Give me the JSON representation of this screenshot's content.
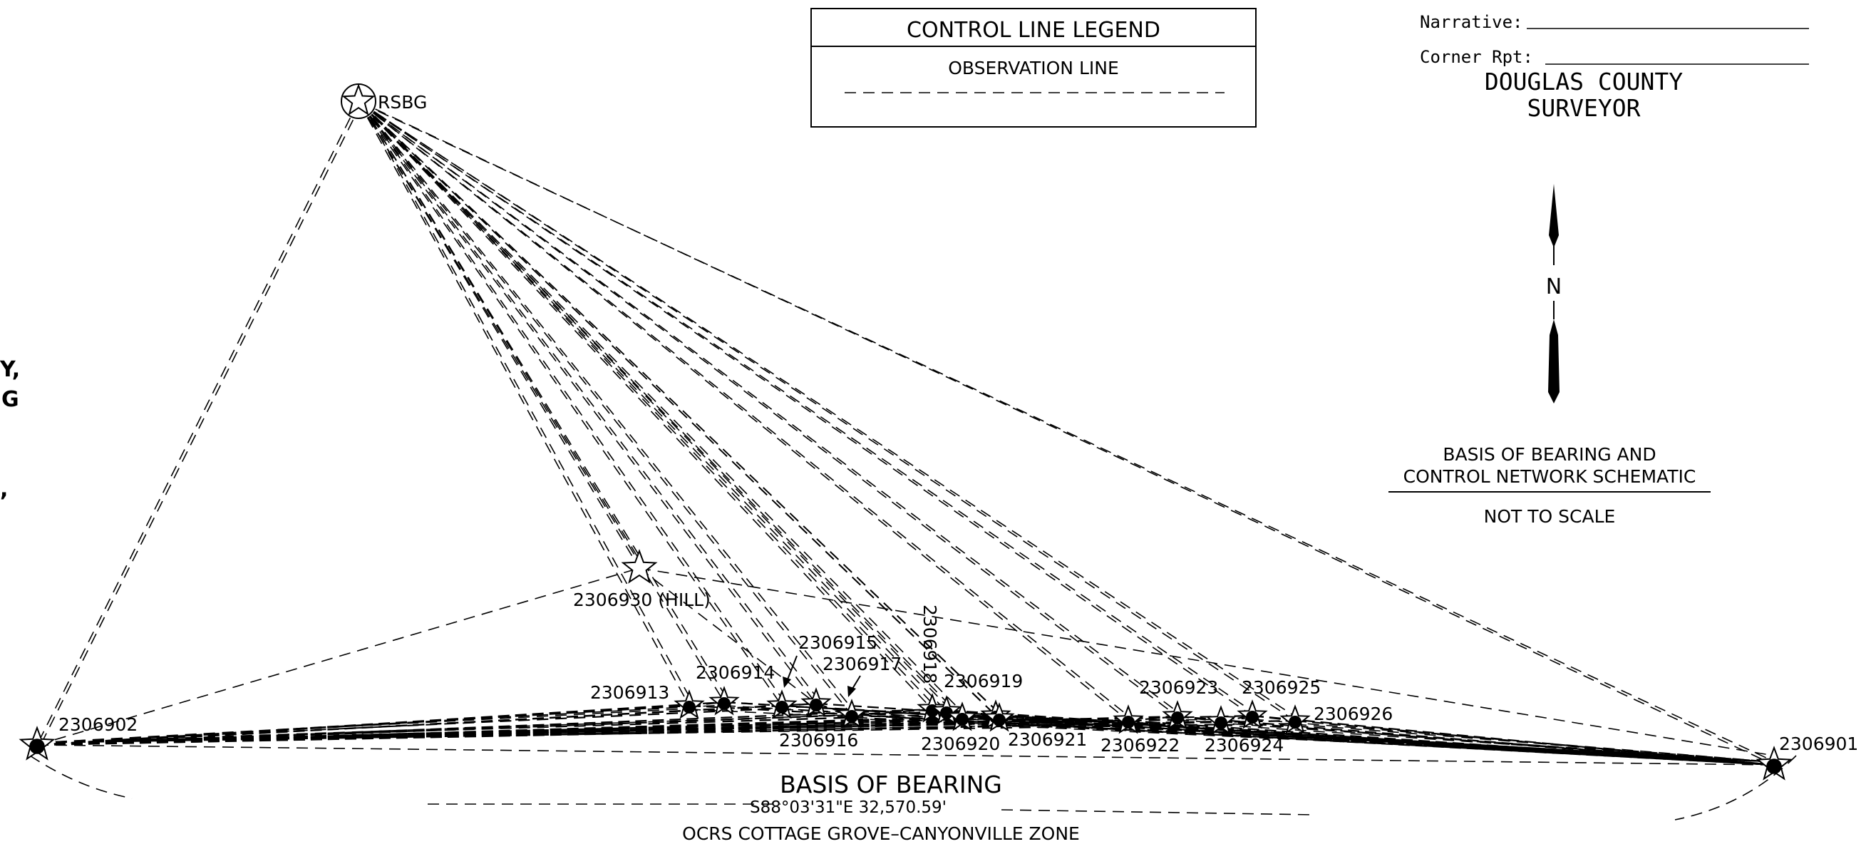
{
  "legend": {
    "title": "CONTROL LINE LEGEND",
    "item": "OBSERVATION LINE"
  },
  "form": {
    "narrative_label": "Narrative:",
    "corner_label": "Corner Rpt:",
    "county_line1": "DOUGLAS COUNTY",
    "county_line2": "SURVEYOR"
  },
  "north_arrow": {
    "label": "N"
  },
  "schematic_note": {
    "line1": "BASIS OF BEARING AND",
    "line2": "CONTROL NETWORK SCHEMATIC",
    "line3": "NOT TO SCALE"
  },
  "basis_of_bearing": {
    "title": "BASIS OF BEARING",
    "bearing": "S88°03'31\"E  32,570.59'",
    "zone": "OCRS COTTAGE GROVE–CANYONVILLE ZONE"
  },
  "edge_text": {
    "line1": "Y,",
    "line2": "G",
    "line3": ","
  },
  "points": {
    "rsbg": "RSBG",
    "p2306901": "2306901",
    "p2306902": "2306902",
    "p2306913": "2306913",
    "p2306914": "2306914",
    "p2306915": "2306915",
    "p2306916": "2306916",
    "p2306917": "2306917",
    "p2306918": "2306918",
    "p2306919": "2306919",
    "p2306920": "2306920",
    "p2306921": "2306921",
    "p2306922": "2306922",
    "p2306923": "2306923",
    "p2306924": "2306924",
    "p2306925": "2306925",
    "p2306926": "2306926",
    "p2306930": "2306930 (HILL)"
  }
}
